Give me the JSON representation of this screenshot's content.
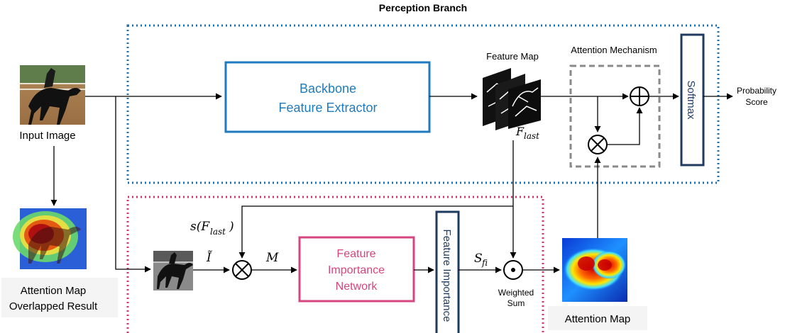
{
  "title": "Perception Branch",
  "input": {
    "label": "Input Image"
  },
  "overlap": {
    "line1": "Attention Map",
    "line2": "Overlapped Result"
  },
  "backbone": {
    "line1": "Backbone",
    "line2": "Feature Extractor"
  },
  "feature_map": {
    "label": "Feature Map",
    "symbol_main": "F",
    "symbol_sub": "last"
  },
  "attention_mechanism": {
    "label": "Attention Mechanism"
  },
  "softmax": {
    "label": "Softmax"
  },
  "output": {
    "line1": "Probability",
    "line2": "Score"
  },
  "s_flast": {
    "prefix": "s(F",
    "sub": "last",
    "suffix": ")"
  },
  "i_tilde": {
    "label": "Ĩ"
  },
  "m_label": {
    "label": "M"
  },
  "fin": {
    "line1": "Feature",
    "line2": "Importance",
    "line3": "Network"
  },
  "feature_importance": {
    "label": "Feature Importance"
  },
  "sfi": {
    "main": "S",
    "sub": "fi"
  },
  "weighted_sum": {
    "line1": "Weighted",
    "line2": "Sum"
  },
  "attention_map": {
    "label": "Attention Map"
  },
  "colors": {
    "perception_border": "#1a6fb3",
    "explanation_border": "#d6336c",
    "backbone_border": "#1f7bbf",
    "fin_border": "#d6457d",
    "softmax_border": "#1f3a5f",
    "attention_dash": "#8a8a8a"
  }
}
